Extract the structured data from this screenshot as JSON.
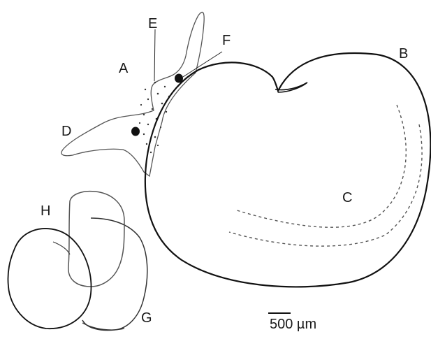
{
  "labels": {
    "a": "A",
    "b": "B",
    "c": "C",
    "d": "D",
    "e": "E",
    "f": "F",
    "g": "G",
    "h": "H"
  },
  "scale_bar": {
    "text": "500 µm"
  },
  "colors": {
    "background": "#ffffff",
    "body_stroke": "#111111",
    "sac_stroke": "#555555",
    "marks": "#222222"
  }
}
